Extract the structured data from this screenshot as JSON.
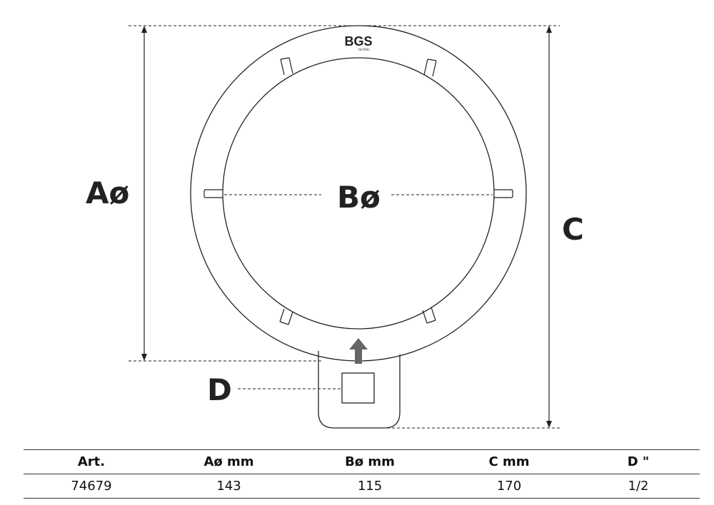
{
  "logo": {
    "text": "BGS",
    "subtext": "technic"
  },
  "dimension_labels": {
    "a": "Aø",
    "b": "Bø",
    "c": "C",
    "d": "D"
  },
  "table": {
    "headers": [
      "Art.",
      "Aø  mm",
      "Bø  mm",
      "C  mm",
      "D  \""
    ],
    "rows": [
      [
        "74679",
        "143",
        "115",
        "170",
        "1/2"
      ]
    ]
  },
  "colors": {
    "line": "#222222",
    "arrow": "#666666"
  }
}
